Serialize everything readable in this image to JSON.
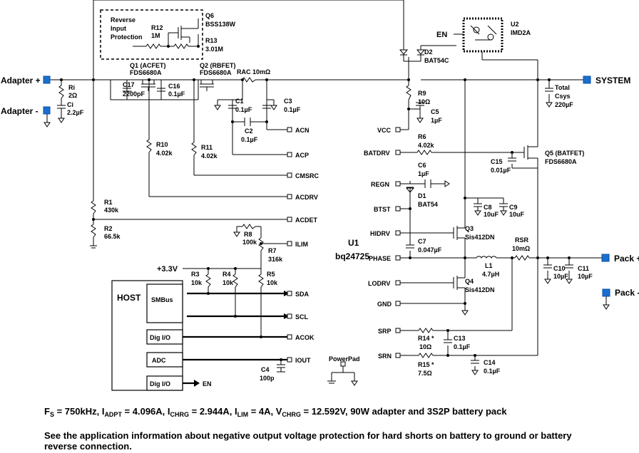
{
  "ports": {
    "adapter_plus": "Adapter +",
    "adapter_minus": "Adapter -",
    "system": "SYSTEM",
    "pack_plus": "Pack +",
    "pack_minus": "Pack -",
    "supply_3v3": "+3.3V",
    "en_u2": "EN",
    "en_host": "EN"
  },
  "ic": {
    "ref": "U1",
    "part": "bq24725"
  },
  "ic_pins_left": [
    "ACN",
    "ACP",
    "CMSRC",
    "ACDRV",
    "ACDET",
    "ILIM",
    "SDA",
    "SCL",
    "ACOK",
    "IOUT"
  ],
  "ic_pins_right": [
    "VCC",
    "BATDRV",
    "REGN",
    "BTST",
    "HIDRV",
    "PHASE",
    "LODRV",
    "GND",
    "SRP",
    "SRN"
  ],
  "powerpad": "PowerPad",
  "host": {
    "title": "HOST",
    "smbus": "SMBus",
    "dig_io_1": "Dig I/O",
    "adc": "ADC",
    "dig_io_2": "Dig I/O"
  },
  "protection": {
    "l1": "Reverse",
    "l2": "Input",
    "l3": "Protection"
  },
  "components": {
    "q6_ref": "Q6",
    "q6_val": "BSS138W",
    "r12_ref": "R12",
    "r12_val": "1M",
    "r13_ref": "R13",
    "r13_val": "3.01M",
    "q1_ref": "Q1 (ACFET)",
    "q1_val": "FDS6680A",
    "q2_ref": "Q2 (RBFET)",
    "q2_val": "FDS6680A",
    "rac": "RAC  10mΩ",
    "ri_ref": "Ri",
    "ri_val": "2Ω",
    "ci_ref": "Ci",
    "ci_val": "2.2µF",
    "c17_ref": "C17",
    "c17_val": "2200pF",
    "c16_ref": "C16",
    "c16_val": "0.1µF",
    "c1_ref": "C1",
    "c1_val": "0.1µF",
    "c3_ref": "C3",
    "c3_val": "0.1µF",
    "c2_ref": "C2",
    "c2_val": "0.1µF",
    "r10_ref": "R10",
    "r10_val": "4.02k",
    "r11_ref": "R11",
    "r11_val": "4.02k",
    "r1_ref": "R1",
    "r1_val": "430k",
    "r2_ref": "R2",
    "r2_val": "66.5k",
    "r8_ref": "R8",
    "r8_val": "100k",
    "r7_ref": "R7",
    "r7_val": "316k",
    "r3_ref": "R3",
    "r3_val": "10k",
    "r4_ref": "R4",
    "r4_val": "10k",
    "r5_ref": "R5",
    "r5_val": "10k",
    "c4_ref": "C4",
    "c4_val": "100p",
    "u2_ref": "U2",
    "u2_val": "IMD2A",
    "d2_ref": "D2",
    "d2_val": "BAT54C",
    "csys_ref": "Total",
    "csys_l2": "Csys",
    "csys_val": "220µF",
    "r9_ref": "R9",
    "r9_val": "10Ω",
    "c5_ref": "C5",
    "c5_val": "1µF",
    "r6_ref": "R6",
    "r6_val": "4.02k",
    "c15_ref": "C15",
    "c15_val": "0.01µF",
    "q5_ref": "Q5 (BATFET)",
    "q5_val": "FDS6680A",
    "c6_ref": "C6",
    "c6_val": "1µF",
    "d1_ref": "D1",
    "d1_val": "BAT54",
    "c8_ref": "C8",
    "c8_val": "10uF",
    "c9_ref": "C9",
    "c9_val": "10uF",
    "q3_ref": "Q3",
    "q3_val": "Sis412DN",
    "c7_ref": "C7",
    "c7_val": "0.047µF",
    "l1_ref": "L1",
    "l1_val": "4.7µH",
    "rsr_ref": "RSR",
    "rsr_val": "10mΩ",
    "c10_ref": "C10",
    "c10_val": "10µF",
    "c11_ref": "C11",
    "c11_val": "10µF",
    "q4_ref": "Q4",
    "q4_val": "Sis412DN",
    "c13_ref": "C13",
    "c13_val": "0.1µF",
    "r14_ref": "R14 *",
    "r14_val": "10Ω",
    "c14_ref": "C14",
    "c14_val": "0.1µF",
    "r15_ref": "R15 *",
    "r15_val": "7.5Ω"
  },
  "notes": {
    "fs": "F",
    "fs_sub": "S",
    "fs_val": " = 750kHz, I",
    "adpt_sub": "ADPT",
    "adpt_val": " = 4.096A, I",
    "chrg_sub": "CHRG",
    "chrg_val": " = 2.944A, I",
    "lim_sub": "LIM",
    "lim_val": " = 4A, V",
    "vchrg_sub": "CHRG",
    "vchrg_val": " = 12.592V, 90W adapter and 3S2P battery pack",
    "application": "See the application information about negative output voltage protection for hard shorts on battery to ground or battery reverse connection."
  }
}
